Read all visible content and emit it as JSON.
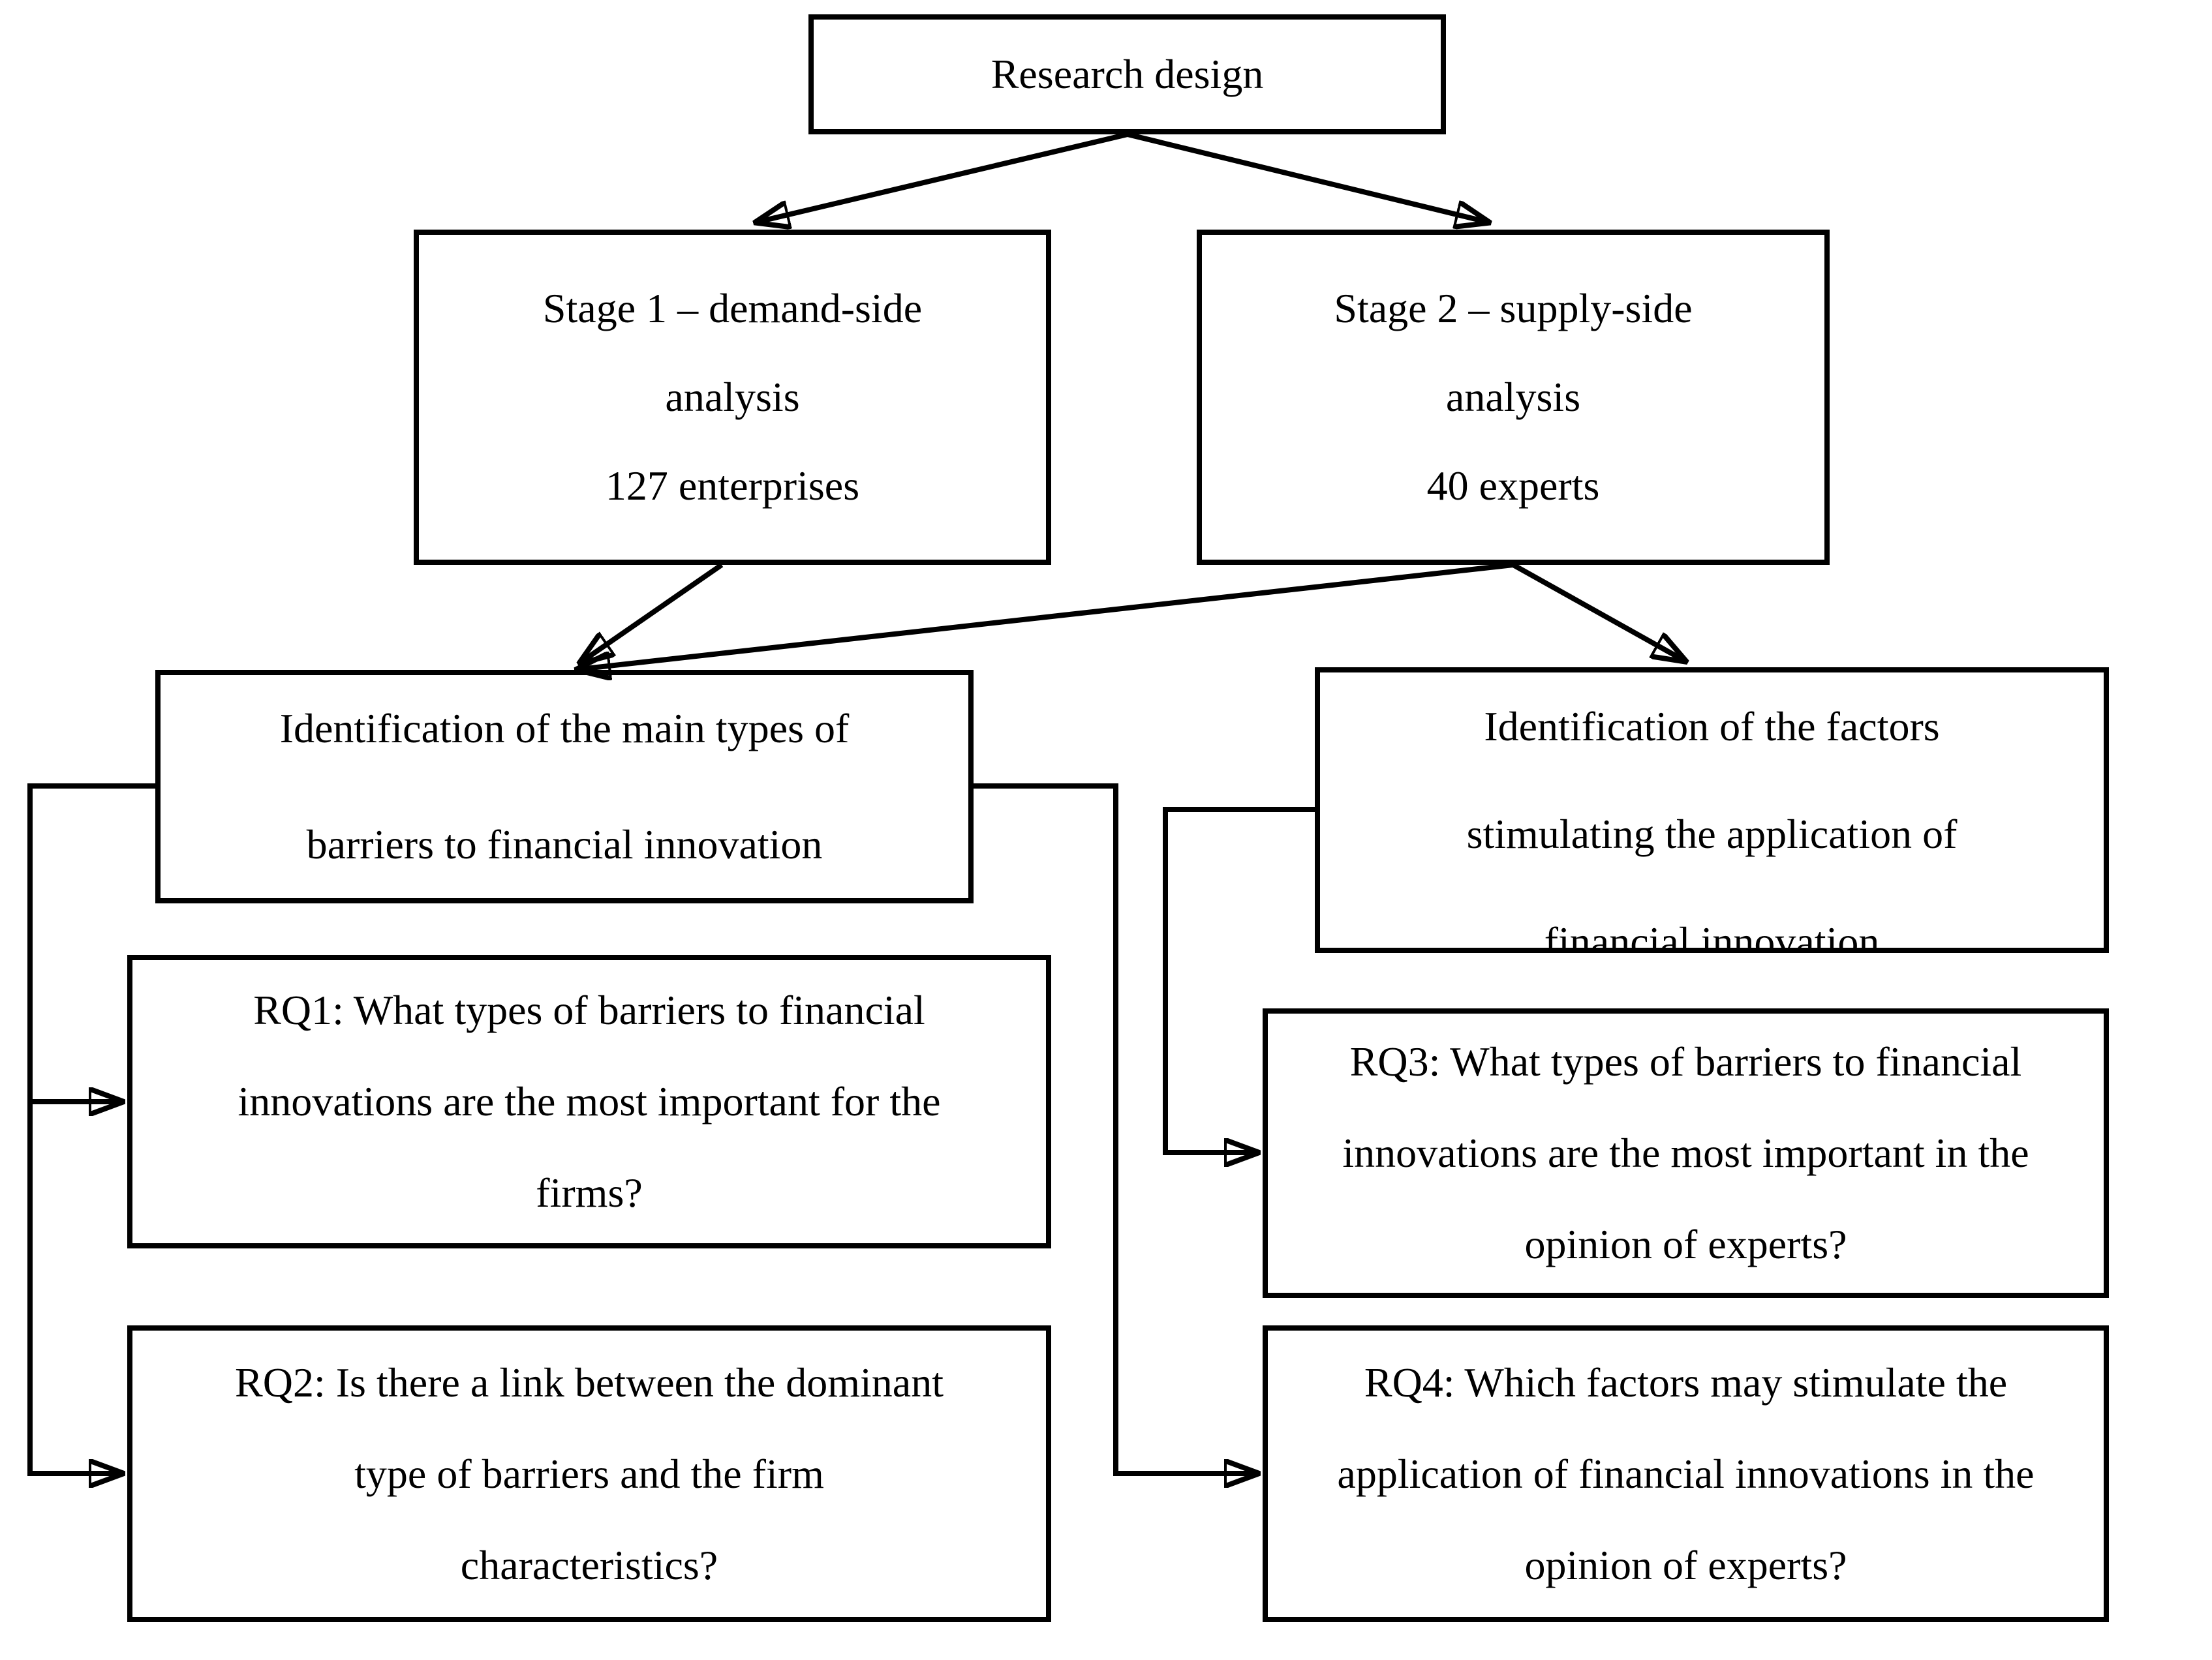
{
  "figure": {
    "background": "#ffffff",
    "line_color": "#000000",
    "text_color": "#000000",
    "nodes": {
      "research_design": {
        "lines": [
          "Research design"
        ]
      },
      "stage_1": {
        "lines": [
          "Stage 1 – demand-side",
          "analysis",
          "127 enterprises"
        ]
      },
      "stage_2": {
        "lines": [
          "Stage 2 – supply-side",
          "analysis",
          "40 experts"
        ]
      },
      "identification_barriers": {
        "lines": [
          "Identification of the main types of",
          "barriers to financial innovation"
        ]
      },
      "identification_factors": {
        "lines": [
          "Identification of the factors",
          "stimulating the application of",
          "financial innovation"
        ]
      },
      "rq1": {
        "lines": [
          "RQ1: What types of barriers to financial",
          "innovations are the most important for the",
          "firms?"
        ]
      },
      "rq2": {
        "lines": [
          "RQ2: Is there a link between the dominant",
          "type of barriers and the firm",
          "characteristics?"
        ]
      },
      "rq3": {
        "lines": [
          "RQ3: What types of barriers to financial",
          "innovations are the most important in the",
          "opinion of experts?"
        ]
      },
      "rq4": {
        "lines": [
          "RQ4: Which factors may stimulate the",
          "application of financial innovations in the",
          "opinion of experts?"
        ]
      }
    }
  }
}
